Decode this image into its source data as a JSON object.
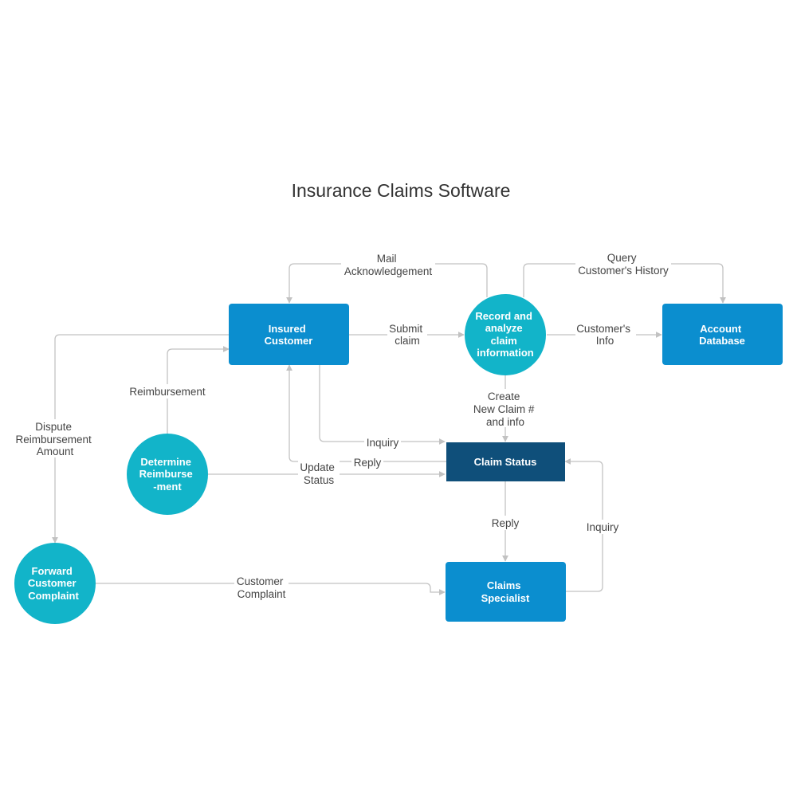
{
  "title": "Insurance Claims Software",
  "colors": {
    "process_box": "#0b8ecf",
    "process_circle": "#12b4c9",
    "status_box": "#0f4f7a",
    "connector": "#c2c2c2",
    "label_text": "#444444"
  },
  "nodes": {
    "insured_customer": {
      "shape": "rounded-rectangle",
      "lines": [
        "Insured",
        "Customer"
      ]
    },
    "record_analyze": {
      "shape": "circle",
      "lines": [
        "Record and",
        "analyze",
        "claim",
        "information"
      ]
    },
    "account_database": {
      "shape": "rounded-rectangle",
      "lines": [
        "Account",
        "Database"
      ]
    },
    "claim_status": {
      "shape": "rectangle",
      "lines": [
        "Claim Status"
      ]
    },
    "determine_reimbursement": {
      "shape": "circle",
      "lines": [
        "Determine",
        "Reimburse",
        "-ment"
      ]
    },
    "forward_complaint": {
      "shape": "circle",
      "lines": [
        "Forward",
        "Customer",
        "Complaint"
      ]
    },
    "claims_specialist": {
      "shape": "rounded-rectangle",
      "lines": [
        "Claims",
        "Specialist"
      ]
    }
  },
  "edges": {
    "mail_ack": {
      "from": "Record and analyze claim information",
      "to": "Insured Customer",
      "lines": [
        "Mail",
        "Acknowledgement"
      ]
    },
    "query_history": {
      "from": "Record and analyze claim information",
      "to": "Account Database",
      "lines": [
        "Query",
        "Customer's History"
      ]
    },
    "submit_claim": {
      "from": "Insured Customer",
      "to": "Record and analyze claim information",
      "lines": [
        "Submit",
        "claim"
      ]
    },
    "customers_info": {
      "from": "Record and analyze claim information",
      "to": "Account Database",
      "lines": [
        "Customer's",
        "Info"
      ]
    },
    "create_claim": {
      "from": "Record and analyze claim information",
      "to": "Claim Status",
      "lines": [
        "Create",
        "New Claim #",
        "and info"
      ]
    },
    "reimbursement": {
      "from": "Determine Reimbursement",
      "to": "Insured Customer",
      "lines": [
        "Reimbursement"
      ]
    },
    "dispute": {
      "from": "Insured Customer",
      "to": "Forward Customer Complaint",
      "lines": [
        "Dispute",
        "Reimbursement",
        "Amount"
      ]
    },
    "inquiry_customer": {
      "from": "Insured Customer",
      "to": "Claim Status",
      "lines": [
        "Inquiry"
      ]
    },
    "reply_customer": {
      "from": "Claim Status",
      "to": "Insured Customer",
      "lines": [
        "Reply"
      ]
    },
    "update_status": {
      "from": "Determine Reimbursement",
      "to": "Claim Status",
      "lines": [
        "Update",
        "Status"
      ]
    },
    "reply_specialist": {
      "from": "Claim Status",
      "to": "Claims Specialist",
      "lines": [
        "Reply"
      ]
    },
    "inquiry_specialist": {
      "from": "Claims Specialist",
      "to": "Claim Status",
      "lines": [
        "Inquiry"
      ]
    },
    "customer_complaint": {
      "from": "Forward Customer Complaint",
      "to": "Claims Specialist",
      "lines": [
        "Customer",
        "Complaint"
      ]
    }
  }
}
